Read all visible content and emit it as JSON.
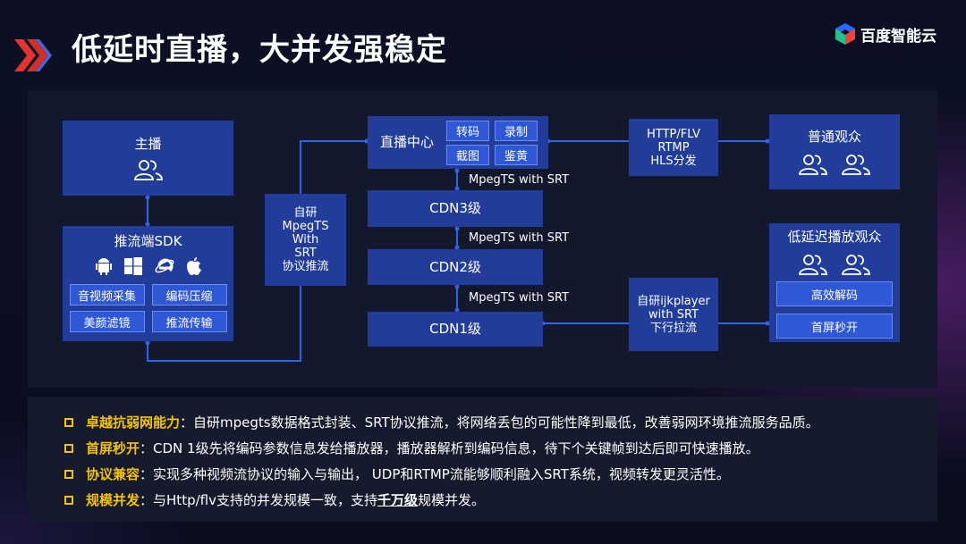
{
  "title": "低延时直播，大并发强稳定",
  "brand": {
    "name": "百度智能云",
    "colors": [
      "#2b6cff",
      "#f2443a",
      "#23c18c",
      "#ffc107"
    ]
  },
  "colors": {
    "box": "#213d99",
    "tag": "#2e58d6",
    "wire": "#2f63e8",
    "accent": "#f5c400"
  },
  "diagram": {
    "anchor": {
      "title": "主播",
      "icon": "users-icon"
    },
    "sdk": {
      "title": "推流端SDK",
      "platform_icons": [
        "android-icon",
        "windows-icon",
        "ie-icon",
        "apple-icon"
      ],
      "tags": [
        "音视频采集",
        "编码压缩",
        "美颜滤镜",
        "推流传输"
      ]
    },
    "protocol_box": [
      "自研",
      "MpegTS",
      "With",
      "SRT",
      "协议推流"
    ],
    "center": {
      "title": "直播中心",
      "tags": [
        "转码",
        "录制",
        "截图",
        "鉴黄"
      ]
    },
    "cdn": [
      "CDN3级",
      "CDN2级",
      "CDN1级"
    ],
    "edge_label": "MpegTS with SRT",
    "http_box": [
      "HTTP/FLV",
      "RTMP",
      "HLS分发"
    ],
    "normal_viewers": {
      "title": "普通观众"
    },
    "player_box": [
      "自研ijkplayer",
      "with SRT",
      "下行拉流"
    ],
    "low_latency_viewers": {
      "title": "低延迟播放观众",
      "tags": [
        "高效解码",
        "首屏秒开"
      ]
    }
  },
  "notes": [
    {
      "keyword": "卓越抗弱网能力",
      "sep": "：",
      "text": "自研mpegts数据格式封装、SRT协议推流，将网络丢包的可能性降到最低，改善弱网环境推流服务品质。"
    },
    {
      "keyword": "首屏秒开",
      "sep": "：",
      "text": "CDN 1级先将编码参数信息发给播放器，播放器解析到编码信息，待下个关键帧到达后即可快速播放。"
    },
    {
      "keyword": "协议兼容",
      "sep": "：",
      "text": "实现多种视频流协议的输入与输出， UDP和RTMP流能够顺利融入SRT系统，视频转发更灵活性。"
    },
    {
      "keyword": "规模并发",
      "sep": "：",
      "text": "与Http/flv支持的并发规模一致，支持",
      "highlight": "千万级",
      "tail": "规模并发。"
    }
  ]
}
